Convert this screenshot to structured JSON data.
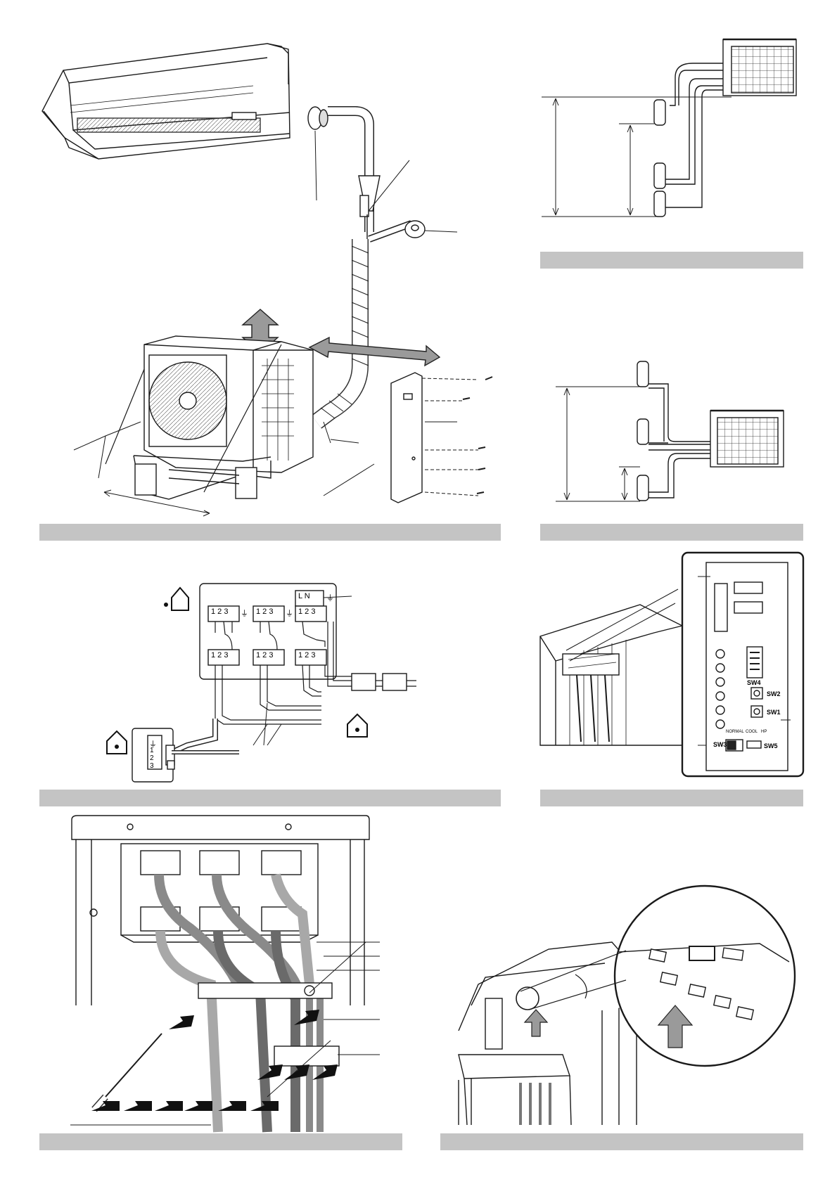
{
  "terminal_labels": {
    "abc": "1 2 3",
    "ln": "L N",
    "ground": "⏚",
    "vertical_numbers": [
      "1",
      "2",
      "3"
    ]
  },
  "switch_labels": {
    "sw4": "SW4",
    "sw2": "SW2",
    "sw1": "SW1",
    "sw3": "SW3",
    "sw5": "SW5",
    "bank_text_1": "NORMAL",
    "bank_text_2": "COOL",
    "bank_text_3": "HP"
  },
  "icons": {
    "indoor": "house-icon",
    "arrow": "up-arrow-icon"
  },
  "colors": {
    "caption_bar": "#c4c4c4",
    "line": "#1a1a1a",
    "cable_dark": "#6a6a6a",
    "cable_light": "#a8a8a8"
  }
}
